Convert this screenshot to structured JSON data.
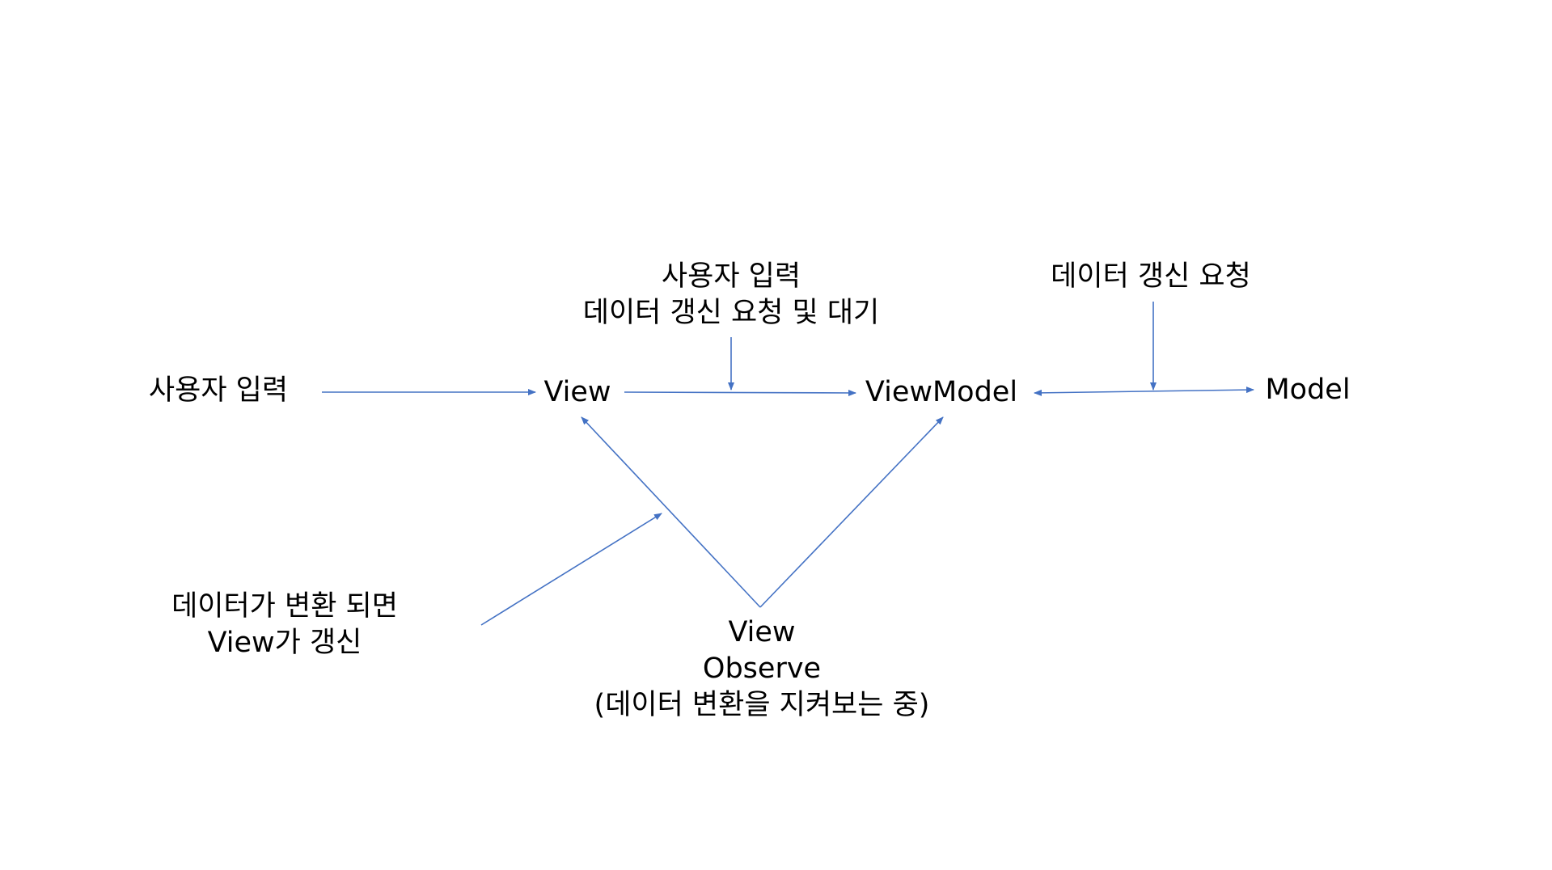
{
  "nodes": {
    "user_input": "사용자 입력",
    "view": "View",
    "viewmodel": "ViewModel",
    "model": "Model"
  },
  "annotations": {
    "view_to_viewmodel": [
      "사용자 입력",
      "데이터 갱신 요청 및 대기"
    ],
    "viewmodel_to_model": [
      "데이터 갱신 요청"
    ],
    "data_changed": [
      "데이터가 변환 되면",
      "View가 갱신"
    ],
    "observe": [
      "View",
      "Observe",
      "(데이터 변환을 지켜보는 중)"
    ]
  },
  "colors": {
    "arrow": "#4472C4",
    "text": "#000000",
    "background": "#ffffff"
  }
}
